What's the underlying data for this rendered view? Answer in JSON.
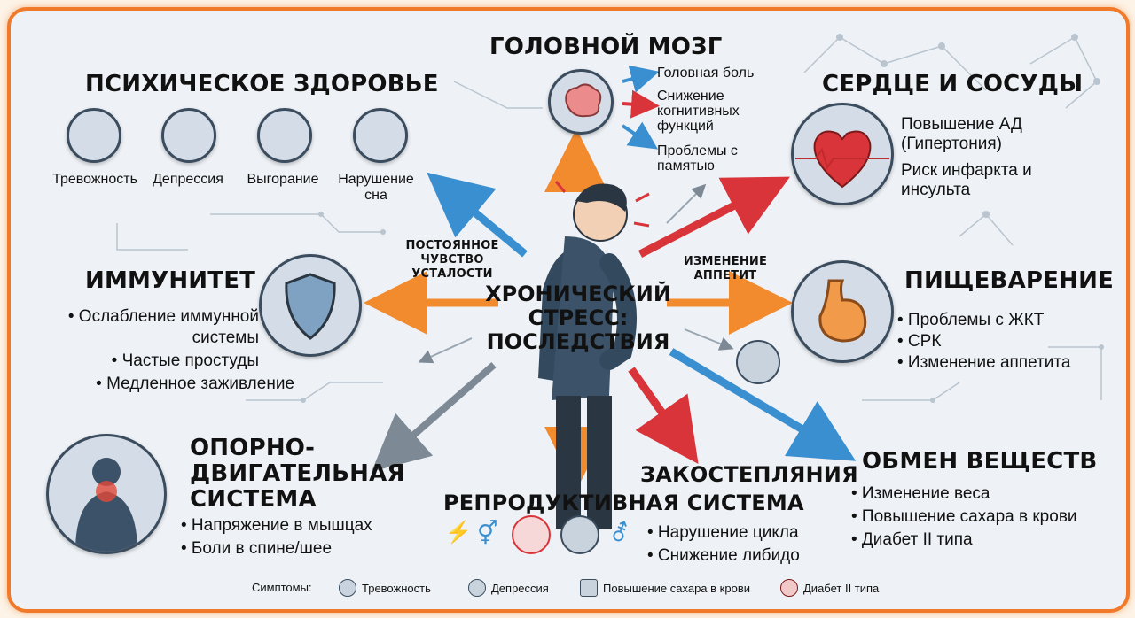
{
  "center_title": [
    "ХРОНИЧЕСКИЙ",
    "СТРЕСС:",
    "ПОСЛЕДСТВИЯ"
  ],
  "mental": {
    "title": "ПСИХИЧЕСКОЕ ЗДОРОВЬЕ",
    "items": [
      "Тревожность",
      "Депрессия",
      "Выгорание",
      "Нарушение сна"
    ]
  },
  "brain": {
    "title": "ГОЛОВНОЙ МОЗГ",
    "items": [
      "Головная боль",
      "Снижение когнитивных функций",
      "Проблемы с памятью"
    ]
  },
  "heart": {
    "title": "СЕРДЦЕ И СОСУДЫ",
    "items": [
      "Повышение АД (Гипертония)",
      "Риск инфаркта и инсульта"
    ]
  },
  "immunity": {
    "title": "ИММУНИТЕТ",
    "items": [
      "• Ослабление иммунной системы",
      "• Частые простуды",
      "• Медленное заживление"
    ]
  },
  "fatigue_label": "ПОСТОЯННОЕ ЧУВСТВО УСТАЛОСТИ",
  "appetite_label": "ИЗМЕНЕНИЕ АППЕТИТ",
  "digestion": {
    "title": "ПИЩЕВАРЕНИЕ",
    "items": [
      "• Проблемы с ЖКТ",
      "• СРК",
      "• Изменение аппетита"
    ]
  },
  "musculo": {
    "title": [
      "ОПОРНО-",
      "ДВИГАТЕЛЬНАЯ",
      "СИСТЕМА"
    ],
    "items": [
      "• Напряжение в мышцах",
      "• Боли в спине/шее"
    ]
  },
  "reproductive": {
    "title": "РЕПРОДУКТИВНАЯ СИСТЕМА",
    "items": [
      "• Нарушение цикла",
      "• Снижение либидо"
    ]
  },
  "zakostel_label": "ЗАКОСТЕПЛЯНИЯ",
  "metabolism": {
    "title": "ОБМЕН ВЕЩЕСТВ",
    "items": [
      "• Изменение веса",
      "• Повышение сахара в крови",
      "• Диабет II типа"
    ]
  },
  "legend": {
    "label": "Симптомы:",
    "items": [
      "Тревожность",
      "Депрессия",
      "Повышение сахара в крови",
      "Диабет II типа"
    ]
  },
  "colors": {
    "frame": "#f07a2a",
    "blue_arrow": "#3a8fd0",
    "red_arrow": "#d9343a",
    "orange_arrow": "#f28a2e",
    "gray_arrow": "#7d8a96",
    "icon_fill": "#c8d3de",
    "icon_stroke": "#3b4c5e"
  }
}
